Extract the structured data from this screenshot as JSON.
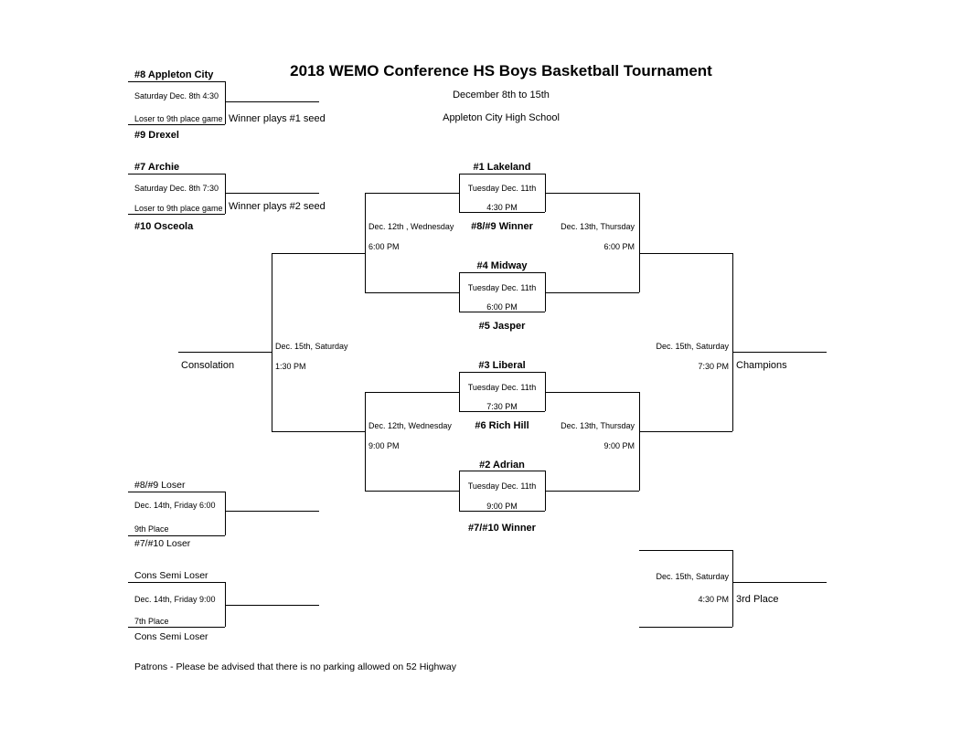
{
  "title": "2018 WEMO Conference HS Boys Basketball Tournament",
  "dates": "December 8th to 15th",
  "venue": "Appleton City High School",
  "play_in_1": {
    "top_team": "#8 Appleton City",
    "time": "Saturday Dec. 8th 4:30",
    "loser_note": "Loser to 9th place game",
    "winner_note": "Winner plays #1 seed",
    "bottom_team": "#9 Drexel"
  },
  "play_in_2": {
    "top_team": "#7 Archie",
    "time": "Saturday Dec. 8th 7:30",
    "loser_note": "Loser to 9th place game",
    "winner_note": "Winner plays #2 seed",
    "bottom_team": "#10 Osceola"
  },
  "quarterfinals": [
    {
      "top": "#1 Lakeland",
      "day": "Tuesday Dec. 11th",
      "time": "4:30 PM",
      "bottom": "#8/#9 Winner"
    },
    {
      "top": "#4 Midway",
      "day": "Tuesday Dec. 11th",
      "time": "6:00 PM",
      "bottom": "#5 Jasper"
    },
    {
      "top": "#3 Liberal",
      "day": "Tuesday Dec. 11th",
      "time": "7:30 PM",
      "bottom": "#6 Rich Hill"
    },
    {
      "top": "#2 Adrian",
      "day": "Tuesday Dec. 11th",
      "time": "9:00 PM",
      "bottom": "#7/#10 Winner"
    }
  ],
  "cons_semis": [
    {
      "day": "Dec. 12th , Wednesday",
      "time": "6:00 PM"
    },
    {
      "day": "Dec. 12th, Wednesday",
      "time": "9:00 PM"
    }
  ],
  "semis": [
    {
      "day": "Dec. 13th, Thursday",
      "time": "6:00 PM"
    },
    {
      "day": "Dec. 13th, Thursday",
      "time": "9:00 PM"
    }
  ],
  "consolation": {
    "day": "Dec. 15th, Saturday",
    "time": "1:30 PM",
    "label": "Consolation"
  },
  "championship": {
    "day": "Dec. 15th, Saturday",
    "time": "7:30 PM",
    "label": "Champions"
  },
  "third_place": {
    "day": "Dec. 15th, Saturday",
    "time": "4:30 PM",
    "label": "3rd Place"
  },
  "ninth_place": {
    "top": "#8/#9 Loser",
    "time": "Dec. 14th, Friday 6:00",
    "label": "9th Place",
    "bottom": "#7/#10 Loser"
  },
  "seventh_place": {
    "top": "Cons Semi Loser",
    "time": "Dec. 14th, Friday 9:00",
    "label": "7th Place",
    "bottom": "Cons Semi Loser"
  },
  "footer_note": "Patrons - Please be advised that there is no parking allowed on 52 Highway"
}
